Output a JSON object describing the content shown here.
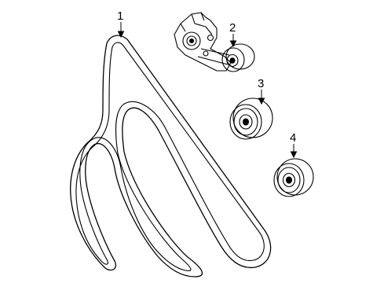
{
  "diagram": {
    "line_color": "#000000",
    "background": "#ffffff",
    "callouts": [
      {
        "id": "1",
        "label": "1",
        "part": "serpentine-belt"
      },
      {
        "id": "2",
        "label": "2",
        "part": "belt-tensioner-assembly"
      },
      {
        "id": "3",
        "label": "3",
        "part": "idler-pulley"
      },
      {
        "id": "4",
        "label": "4",
        "part": "idler-pulley-small"
      }
    ]
  }
}
